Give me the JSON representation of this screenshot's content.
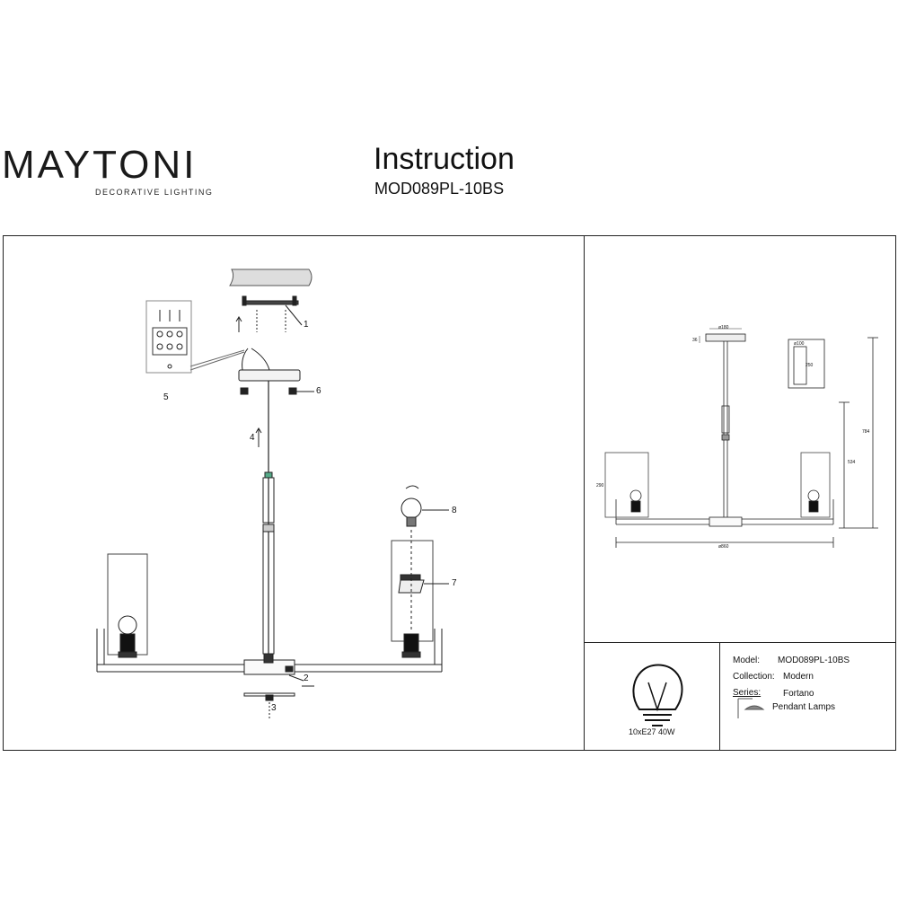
{
  "header": {
    "brand": "MAYTONI",
    "brand_tagline": "DECORATIVE LIGHTING",
    "title": "Instruction",
    "model_code": "MOD089PL-10BS"
  },
  "assembly": {
    "callouts": [
      "1",
      "2",
      "3",
      "4",
      "5",
      "6",
      "7",
      "8"
    ]
  },
  "dimensions": {
    "canopy_diameter": "ø180",
    "canopy_height": "36",
    "shade_width": "ø100",
    "shade_height": "250",
    "arm_height": "290",
    "body_height": "534",
    "total_height": "784",
    "span": "ø860"
  },
  "bulb": {
    "spec": "10xE27 40W"
  },
  "specs": {
    "model_label": "Model:",
    "model_value": "MOD089PL-10BS",
    "collection_label": "Collection:",
    "collection_value": "Modern",
    "series_label": "Series:",
    "series_value": "Fortano",
    "type_value": "Pendant Lamps"
  },
  "colors": {
    "brand_accent": "#8a2a7a",
    "line": "#222222"
  }
}
